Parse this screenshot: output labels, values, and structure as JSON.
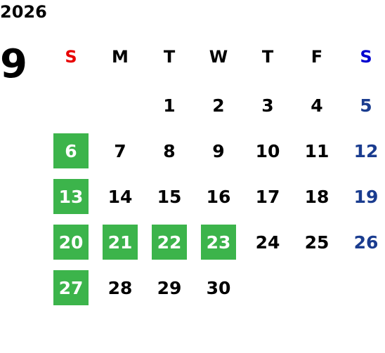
{
  "calendar": {
    "year": "2026",
    "month": "9",
    "weekdays": [
      "S",
      "M",
      "T",
      "W",
      "T",
      "F",
      "S"
    ],
    "weekday_colors": [
      "#e80000",
      "#000000",
      "#000000",
      "#000000",
      "#000000",
      "#000000",
      "#0000d0"
    ],
    "weeks": [
      [
        "",
        "",
        "1",
        "2",
        "3",
        "4",
        "5"
      ],
      [
        "6",
        "7",
        "8",
        "9",
        "10",
        "11",
        "12"
      ],
      [
        "13",
        "14",
        "15",
        "16",
        "17",
        "18",
        "19"
      ],
      [
        "20",
        "21",
        "22",
        "23",
        "24",
        "25",
        "26"
      ],
      [
        "27",
        "28",
        "29",
        "30",
        "",
        "",
        ""
      ]
    ],
    "highlighted_days": [
      "6",
      "13",
      "20",
      "21",
      "22",
      "23",
      "27"
    ],
    "colors": {
      "highlight_bg": "#3cb44b",
      "highlight_text": "#ffffff",
      "saturday_text": "#1a3c8f",
      "default_text": "#000000"
    }
  }
}
